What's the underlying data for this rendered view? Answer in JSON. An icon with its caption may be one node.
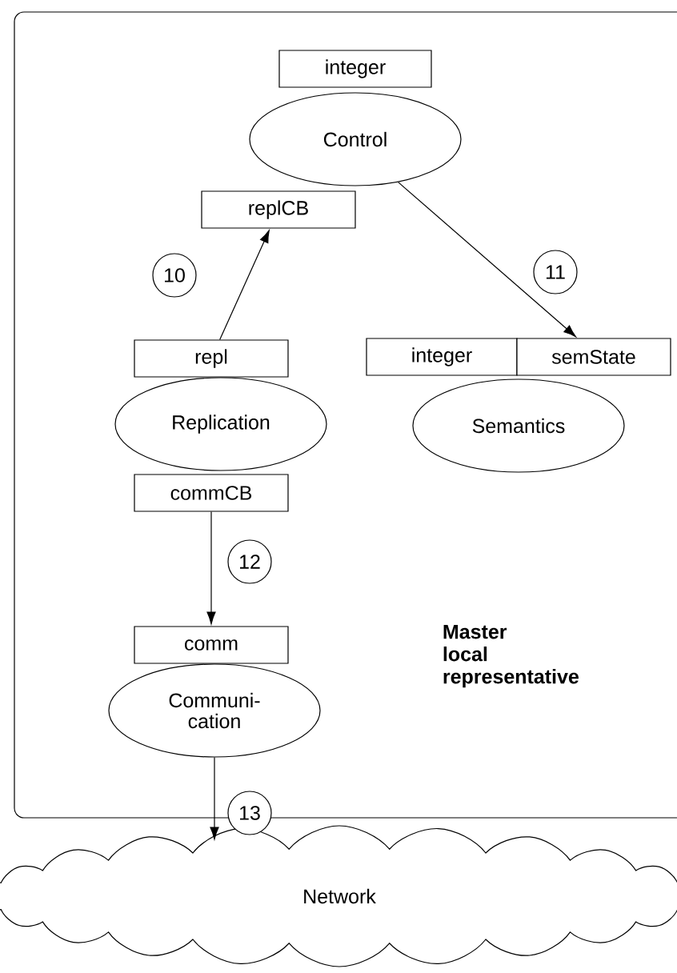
{
  "diagram": {
    "nodes": [
      {
        "text": [
          "Master local representative"
        ]
      },
      {
        "text": [
          "integer"
        ],
        "in": 0
      },
      {
        "text": [
          "Control"
        ],
        "in": 0
      },
      {
        "text": [
          "replCB"
        ],
        "in": 0
      },
      {
        "text": [
          "repl"
        ],
        "in": 0
      },
      {
        "text": [
          "Replication"
        ],
        "in": 0
      },
      {
        "text": [
          "integer"
        ],
        "in": 0
      },
      {
        "text": [
          "semState"
        ],
        "in": 0
      },
      {
        "text": [
          "Semantics"
        ],
        "in": 0
      },
      {
        "text": [
          "commCB"
        ],
        "in": 0
      },
      {
        "text": [
          "comm"
        ],
        "in": 0
      },
      {
        "text": [
          "Communi- cation"
        ],
        "in": 0
      },
      {
        "text": [
          "Network"
        ]
      }
    ],
    "edges": [
      {
        "from": 4,
        "to": 3,
        "arrow": "to",
        "label": "10"
      },
      {
        "from": 2,
        "to": 7,
        "arrow": "to",
        "label": "11"
      },
      {
        "from": 9,
        "to": 10,
        "arrow": "to",
        "label": "12"
      },
      {
        "from": 11,
        "to": 12,
        "arrow": "to",
        "label": "13"
      }
    ]
  }
}
